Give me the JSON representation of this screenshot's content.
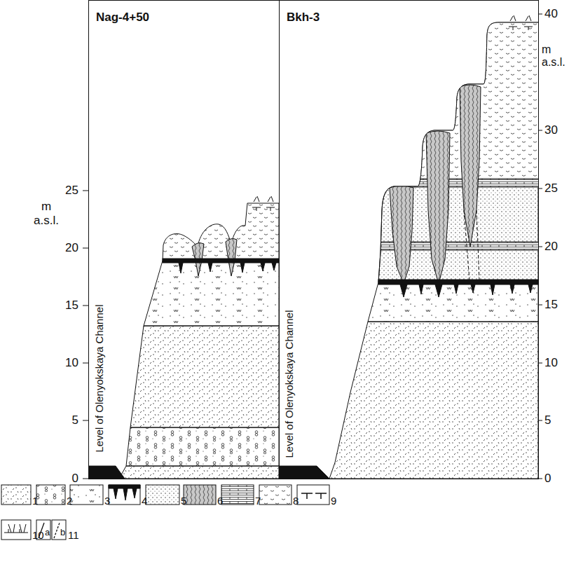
{
  "diagram": {
    "nodes": [
      {
        "text": [
          "Nag-4+50"
        ]
      },
      {
        "text": [
          "Bkh-3"
        ]
      }
    ],
    "labels": [
      "25",
      "20",
      "15",
      "10",
      "5",
      "0",
      "m a.s.l.",
      "Level of Olenyokskaya Channel",
      "40",
      "m a.s.l.",
      "30",
      "25",
      "20",
      "15",
      "10",
      "5",
      "0",
      "Level of Olenyokskaya Channel"
    ],
    "legend": [
      {
        "text": "1"
      },
      {
        "text": "2"
      },
      {
        "text": "3"
      },
      {
        "text": "4"
      },
      {
        "text": "5"
      },
      {
        "text": "6"
      },
      {
        "text": "7"
      },
      {
        "text": "8"
      },
      {
        "text": "9"
      },
      {
        "text": "10"
      },
      {
        "text": "a"
      },
      {
        "text": "b"
      },
      {
        "text": "11"
      }
    ]
  }
}
